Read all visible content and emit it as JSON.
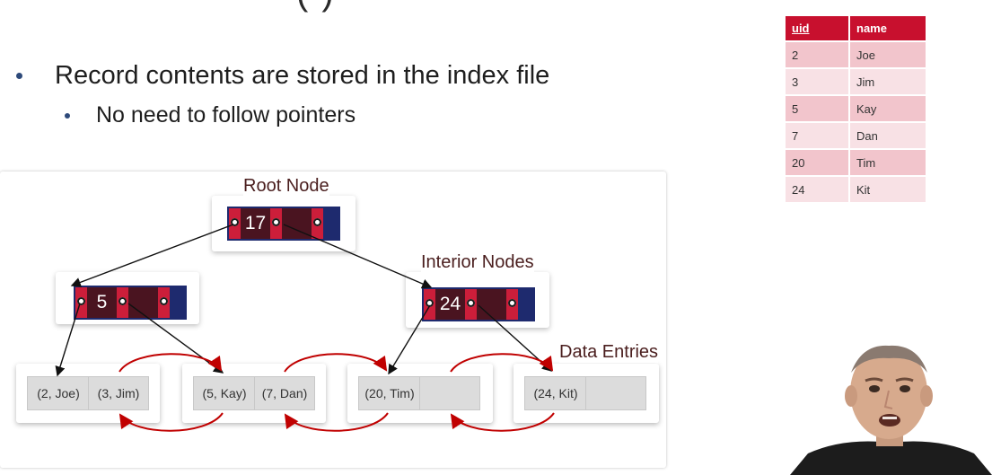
{
  "slide": {
    "title_fragment": "(          )",
    "bullets": [
      "Record contents are stored in the index file",
      "No need to follow pointers"
    ]
  },
  "diagram": {
    "labels": {
      "root": "Root Node",
      "interior": "Interior Nodes",
      "data": "Data Entries"
    },
    "root_key": "17",
    "interior_keys": [
      "5",
      "24"
    ],
    "leaves": [
      [
        "(2, Joe)",
        "(3, Jim)"
      ],
      [
        "(5, Kay)",
        "(7, Dan)"
      ],
      [
        "(20, Tim)",
        ""
      ],
      [
        "(24, Kit)",
        ""
      ]
    ],
    "colors": {
      "pointer": "#cc1e3a",
      "key_fill": "#4a1420",
      "node_border": "#1e2a6e",
      "sibling_arrow": "#c00000"
    }
  },
  "table": {
    "headers": [
      "uid",
      "name"
    ],
    "rows": [
      [
        "2",
        "Joe"
      ],
      [
        "3",
        "Jim"
      ],
      [
        "5",
        "Kay"
      ],
      [
        "7",
        "Dan"
      ],
      [
        "20",
        "Tim"
      ],
      [
        "24",
        "Kit"
      ]
    ],
    "colors": {
      "header": "#c8102e",
      "row_dark": "#f2c5cc",
      "row_light": "#f8e1e5"
    }
  }
}
